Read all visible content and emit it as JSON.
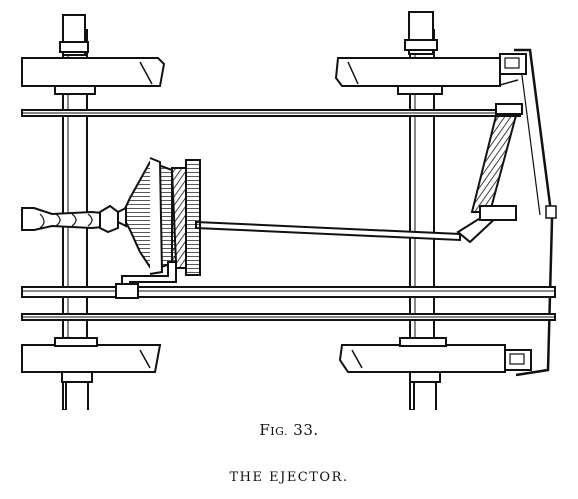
{
  "figure": {
    "label_prefix": "F",
    "label_smallcaps": "IG.",
    "label_number": "33.",
    "title": "THE EJECTOR."
  },
  "style": {
    "ink": "#111111",
    "paper": "#ffffff"
  }
}
